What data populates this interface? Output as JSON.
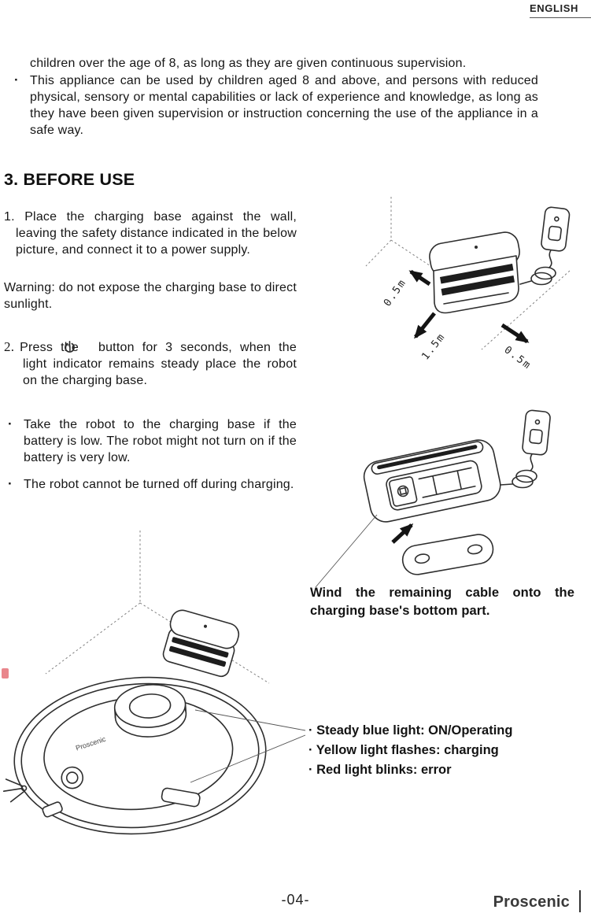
{
  "header": {
    "language": "ENGLISH"
  },
  "intro": {
    "continuation": "children over the age of 8, as long as they are given continuous supervision.",
    "bullet_marker": "·",
    "bullet": "This appliance can be used by children aged 8 and above, and persons with reduced physical, sensory or mental capabilities or lack of experience and knowledge, as long as they have been given supervision or instruction concerning the use of the appliance in a safe way."
  },
  "section_title": "3. BEFORE USE",
  "steps": {
    "step1": {
      "num": "1.",
      "text": "Place the charging base against the wall, leaving the safety distance indicated in the below picture, and connect it to a power supply."
    },
    "warning": "Warning: do not expose the charging base to direct sunlight.",
    "step2": {
      "num": "2.",
      "before": "Press the",
      "after": "button for 3 seconds, when the light indicator remains steady place the robot on the charging base."
    }
  },
  "notes": [
    {
      "marker": "·",
      "text": "Take the robot to the charging base if the battery is low. The robot might not turn on if the battery is very low."
    },
    {
      "marker": "·",
      "text": "The robot cannot be turned off during charging."
    }
  ],
  "figure1": {
    "labels": {
      "wall_left": "0.5m",
      "front": "1.5m",
      "side": "0.5m"
    }
  },
  "figure2": {
    "caption": "Wind the remaining cable onto the charging base's bottom part."
  },
  "figure3": {
    "robot_label": "Proscenic"
  },
  "indicator": {
    "lines": [
      "· Steady blue light: ON/Operating",
      "· Yellow light flashes: charging",
      "· Red light blinks: error"
    ]
  },
  "footer": {
    "page_number": "-04-",
    "brand": "Proscenic"
  }
}
